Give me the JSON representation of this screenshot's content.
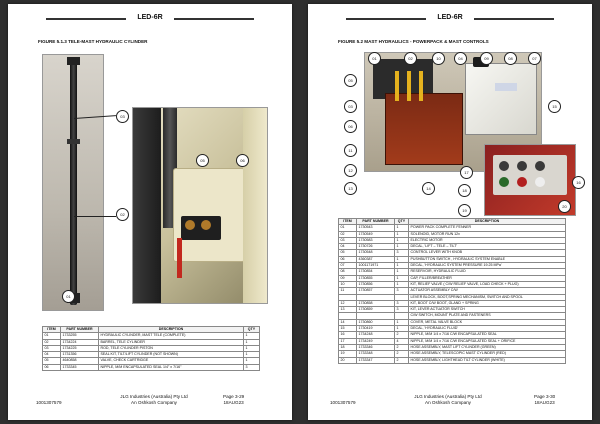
{
  "header_title": "LED-6R",
  "table_headers": {
    "item": "ITEM",
    "part": "PART NUMBER",
    "desc": "DESCRIPTION",
    "qty": "QTY"
  },
  "left": {
    "figure_title": "FIGURE 5.1.3   TELE-MAST HYDRAULIC CYLINDER",
    "rows": [
      {
        "item": "01",
        "part": "1733255",
        "desc": "HYDRAULIC CYLINDER, MAST TELE (COMPLETE)",
        "qty": "1"
      },
      {
        "item": "02",
        "part": "1734224",
        "desc": "BARREL, TELE CYLINDER",
        "qty": "1"
      },
      {
        "item": "03",
        "part": "1734225",
        "desc": "ROD, TELE CYLINDER PISTON",
        "qty": "1"
      },
      {
        "item": "04",
        "part": "1731356",
        "desc": "SEAL KIT, TILT/LIFT CYLINDER (NOT SHOWN)",
        "qty": "1"
      },
      {
        "item": "05",
        "part": "4640858",
        "desc": "VALVE, CHECK CARTRIDGE",
        "qty": "1"
      },
      {
        "item": "06",
        "part": "1733345",
        "desc": "NIPPLE, M/M ENCAPSULATED SEAL 1/4\" x 7/16\"",
        "qty": "3"
      }
    ],
    "footer": {
      "doc": "1001307579",
      "company": "JLG Industries (Australia) Pty Ltd",
      "sub": "An Oshkosh Company",
      "page": "Page 3-29",
      "date": "18AUG23"
    }
  },
  "right": {
    "figure_title": "FIGURE 5.2   MAST HYDRAULICS - POWERPACK  & MAST CONTROLS",
    "rows": [
      {
        "item": "01",
        "part": "1730543",
        "qty": "1",
        "desc": "POWER PACK COMPLETE FENNER"
      },
      {
        "item": "02",
        "part": "1730549",
        "qty": "1",
        "desc": "SOLENOID, MOTOR RUN 12v"
      },
      {
        "item": "03",
        "part": "1730583",
        "qty": "1",
        "desc": "ELECTRIC MOTOR"
      },
      {
        "item": "04",
        "part": "1730726",
        "qty": "1",
        "desc": "DECAL, 'LIFT – TELE – TILT'"
      },
      {
        "item": "05",
        "part": "1730548",
        "qty": "3",
        "desc": "CONTROL LEVER WITH KNOB"
      },
      {
        "item": "06",
        "part": "4360387",
        "qty": "1",
        "desc": "PUSHBUTTON SWITCH , HYDRAULIC SYSTEM ENABLE"
      },
      {
        "item": "07",
        "part": "1001171971",
        "qty": "1",
        "desc": "DECAL, 'HYDRAULIC SYSTEM PRESSURE 19.25 MPa'"
      },
      {
        "item": "08",
        "part": "1730854",
        "qty": "1",
        "desc": "RESERVOIR, HYDRAULIC FLUID"
      },
      {
        "item": "09",
        "part": "1730855",
        "qty": "1",
        "desc": "CAP, FILLER/BREATHER"
      },
      {
        "item": "10",
        "part": "1730856",
        "qty": "1",
        "desc": "KIT, RELIEF VALVE ( C/W RELIEF VALVE, LOAD CHECK + PLUG)"
      },
      {
        "item": "11",
        "part": "1730857",
        "qty": "3",
        "desc": "ACTUATOR ASSEMBLY C/W"
      },
      {
        "item": "",
        "part": "",
        "qty": "",
        "desc": "LEVER BLOCK, BOOT,SPRING MECHANISM, SWITCH AND SPOOL"
      },
      {
        "item": "12",
        "part": "1730858",
        "qty": "3",
        "desc": "KIT, BOOT C/W BOOT, GLAND + SPRING"
      },
      {
        "item": "13",
        "part": "1730859",
        "qty": "3",
        "desc": "KIT, LEVER ACTUATOR SWITCH"
      },
      {
        "item": "",
        "part": "",
        "qty": "",
        "desc": "C/W SWITCH, MOUNT PLATE AND FASTENERS"
      },
      {
        "item": "14",
        "part": "1730860",
        "qty": "1",
        "desc": "COVER, METAL VALVE BLOCK"
      },
      {
        "item": "15",
        "part": "1730419",
        "qty": "1",
        "desc": "DECAL, 'HYDRAULIC FLUID'"
      },
      {
        "item": "16",
        "part": "1734248",
        "qty": "2",
        "desc": "NIPPLE, M/M 1/4 x 7/16    C/W ENCAPSULATED SEAL"
      },
      {
        "item": "17",
        "part": "1734249",
        "qty": "4",
        "desc": "NIPPLE, M/M 1/4 x 7/16    C/W ENCAPSULATED SEAL + ORIFICE"
      },
      {
        "item": "18",
        "part": "1733346",
        "qty": "2",
        "desc": "HOSE ASSEMBLY, MAST LIFT CYLINDER                (GREEN)"
      },
      {
        "item": "19",
        "part": "1733348",
        "qty": "2",
        "desc": "HOSE ASSEMBLY, TELESCOPIC MAST CYLINDER (RED)"
      },
      {
        "item": "20",
        "part": "1733347",
        "qty": "2",
        "desc": "HOSE ASSEMBLY, LIGHTHEAD TILT CYLINDER    (WHITE)"
      }
    ],
    "footer": {
      "doc": "1001307579",
      "company": "JLG Industries (Australia) Pty Ltd",
      "sub": "An Oshkosh Company",
      "page": "Page 3-30",
      "date": "18AUG23"
    }
  },
  "callouts_left": [
    "01",
    "02",
    "03",
    "05",
    "06"
  ],
  "callouts_right": [
    "01",
    "02",
    "10",
    "04",
    "09",
    "08",
    "07",
    "05",
    "03",
    "06",
    "15",
    "11",
    "12",
    "13",
    "14",
    "17",
    "18",
    "19",
    "16",
    "20"
  ]
}
